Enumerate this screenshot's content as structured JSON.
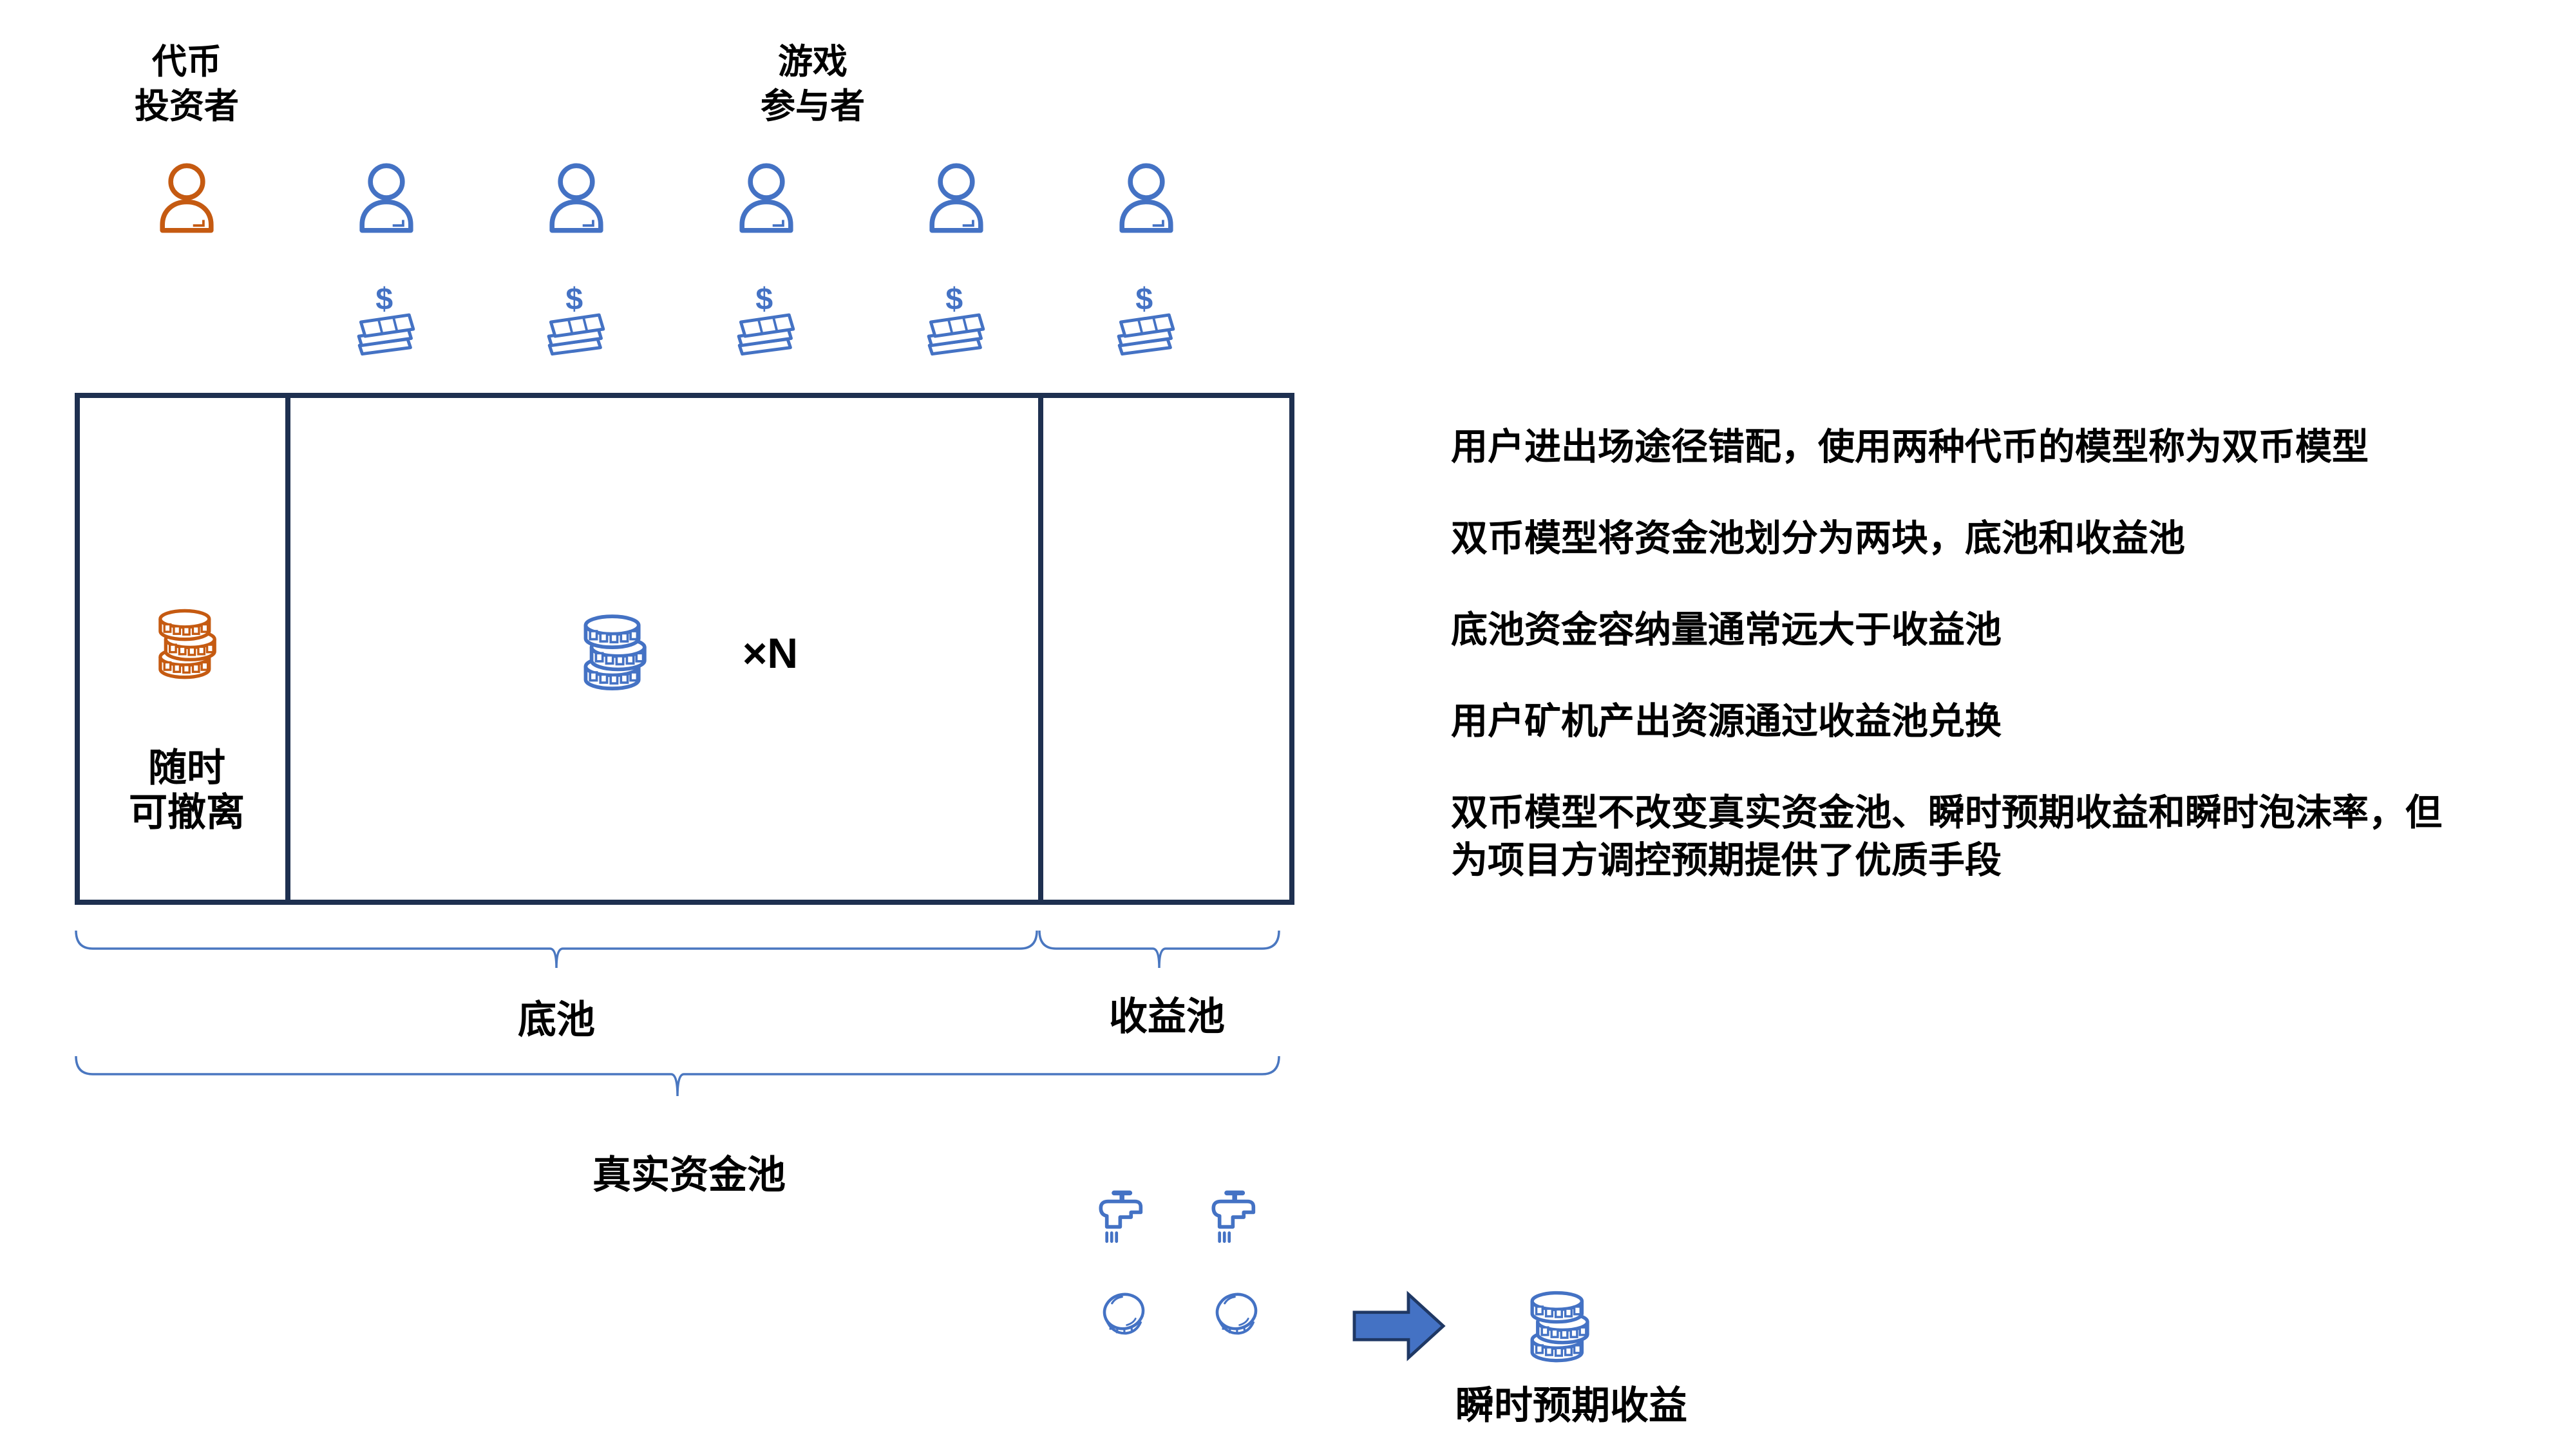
{
  "header": {
    "investor": {
      "line1": "代币",
      "line2": "投资者"
    },
    "participant": {
      "line1": "游戏",
      "line2": "参与者"
    }
  },
  "pool_box": {
    "withdraw": {
      "line1": "随时",
      "line2": "可撤离"
    },
    "multiplier": "×N"
  },
  "labels": {
    "base_pool": "底池",
    "revenue_pool": "收益池",
    "real_pool": "真实资金池",
    "instant_revenue": "瞬时预期收益"
  },
  "notes": {
    "n1": "用户进出场途径错配，使用两种代币的模型称为双币模型",
    "n2": "双币模型将资金池划分为两块，底池和收益池",
    "n3": "底池资金容纳量通常远大于收益池",
    "n4": "用户矿机产出资源通过收益池兑换",
    "n5_line1": "双币模型不改变真实资金池、瞬时预期收益和瞬时泡沫率，但",
    "n5_line2": "为项目方调控预期提供了优质手段"
  },
  "icons": {
    "person-icon": "outline bust of a person",
    "cash-stack-icon": "stack of banknotes with dollar sign",
    "coin-stack-icon": "stack of three coins",
    "coin-icon": "single tilted coin",
    "faucet-icon": "water tap with drips",
    "arrow-right-icon": "solid block arrow pointing right"
  },
  "colors": {
    "blue": "#4472C4",
    "orange": "#C55A11",
    "box_border": "#1E3050",
    "brace": "#4A77C0",
    "text": "#000000"
  }
}
